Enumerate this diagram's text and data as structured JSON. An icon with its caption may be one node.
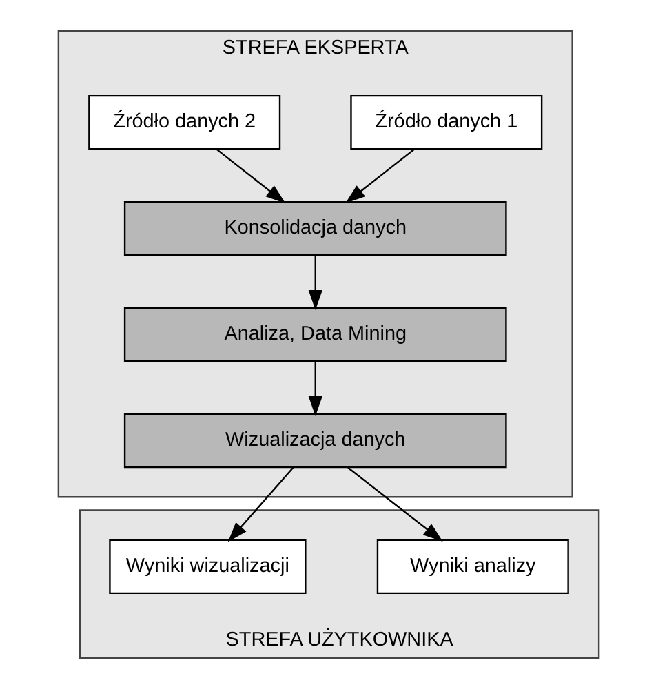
{
  "diagram": {
    "nodes": [
      {
        "text": [
          "STREFA EKSPERTA"
        ]
      },
      {
        "text": [
          "Źródło danych 1"
        ],
        "in": 0
      },
      {
        "text": [
          "Źródło danych 2"
        ],
        "in": 0
      },
      {
        "text": [
          "Konsolidacja danych"
        ],
        "in": 0
      },
      {
        "text": [
          "Analiza, Data Mining"
        ],
        "in": 0
      },
      {
        "text": [
          "Wizualizacja danych"
        ],
        "in": 0
      },
      {
        "text": [
          "STREFA UŻYTKOWNIKA"
        ]
      },
      {
        "text": [
          "Wyniki analizy"
        ],
        "in": 6
      },
      {
        "text": [
          "Wyniki wizualizacji"
        ],
        "in": 6
      }
    ],
    "edges": [
      {
        "from": 1,
        "to": 3,
        "arrow": "to"
      },
      {
        "from": 2,
        "to": 3,
        "arrow": "to"
      },
      {
        "from": 3,
        "to": 4,
        "arrow": "to"
      },
      {
        "from": 4,
        "to": 5,
        "arrow": "to"
      },
      {
        "from": 5,
        "to": 7,
        "arrow": "to"
      },
      {
        "from": 5,
        "to": 8,
        "arrow": "to"
      }
    ]
  }
}
